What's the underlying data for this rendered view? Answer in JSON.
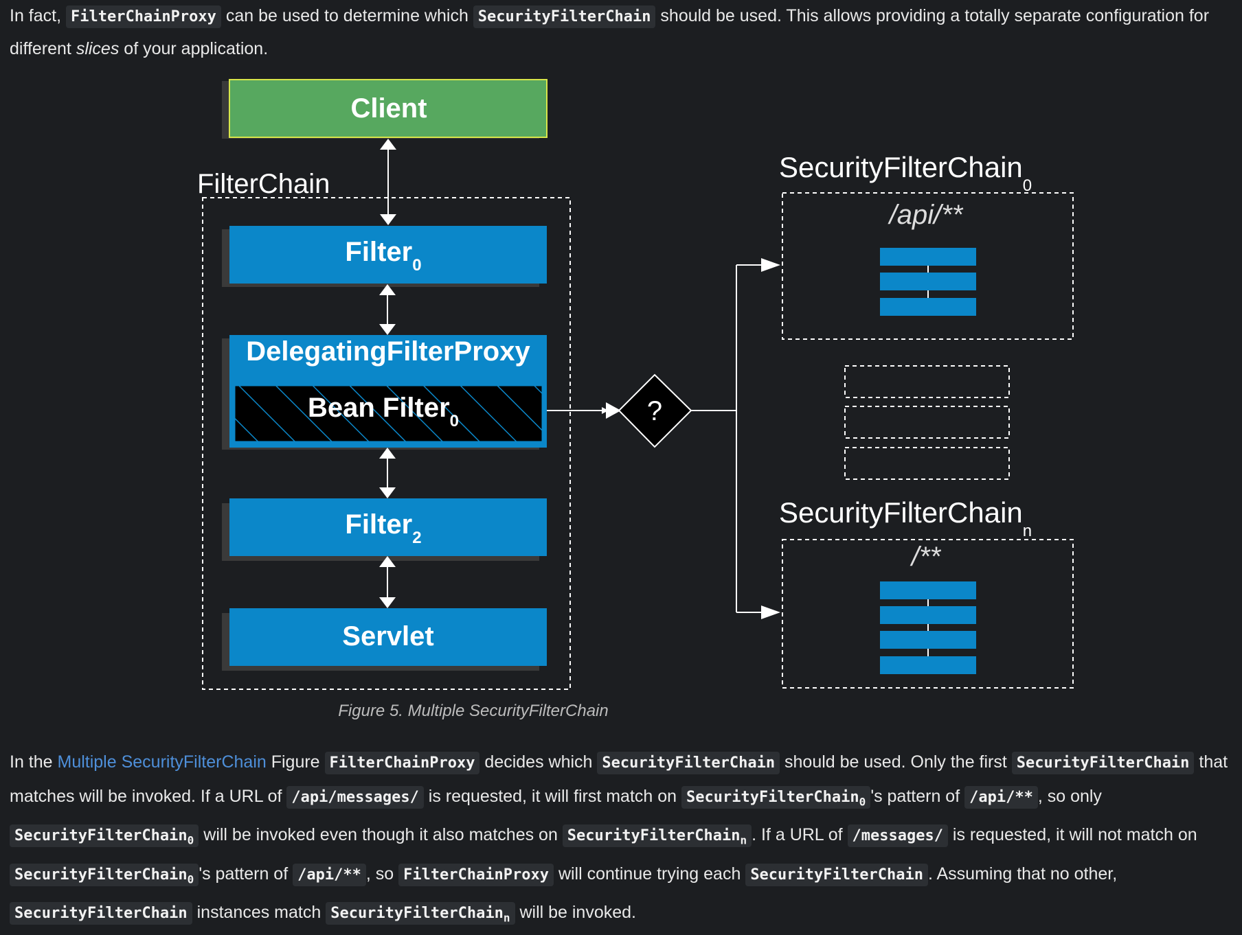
{
  "paragraph1": {
    "t1": "In fact, ",
    "c1": "FilterChainProxy",
    "t2": " can be used to determine which ",
    "c2": "SecurityFilterChain",
    "t3": " should be used. This allows providing a totally separate configuration for different ",
    "em": "slices",
    "t4": " of your application."
  },
  "figure": {
    "client": "Client",
    "filterchain_label": "FilterChain",
    "filter": "Filter",
    "filter0_sub": "0",
    "delegating": "DelegatingFilterProxy",
    "bean_filter": "Bean Filter",
    "bean_sub": "0",
    "filter2_sub": "2",
    "servlet": "Servlet",
    "decision": "?",
    "sfc_label": "SecurityFilterChain",
    "sfc0_sub": "0",
    "sfc0_pattern": "/api/**",
    "sfcn_sub": "n",
    "sfcn_pattern": "/**",
    "colors": {
      "client": "#57a85f",
      "filter": "#0b87c9",
      "bean": "#000000"
    }
  },
  "caption": "Figure 5. Multiple SecurityFilterChain",
  "paragraph2": {
    "t1": "In the ",
    "link": "Multiple SecurityFilterChain",
    "t2": " Figure ",
    "c1": "FilterChainProxy",
    "t3": " decides which ",
    "c2": "SecurityFilterChain",
    "t4": " should be used. Only the first ",
    "c3": "SecurityFilterChain",
    "t5": " that matches will be invoked. If a URL of ",
    "c4": "/api/messages/",
    "t6": " is requested, it will first match on ",
    "c5": "SecurityFilterChain",
    "c5_sub": "0",
    "t7": "'s pattern of ",
    "c6": "/api/**",
    "t8": ", so only ",
    "c7": "SecurityFilterChain",
    "c7_sub": "0",
    "t9": " will be invoked even though it also matches on ",
    "c8": "SecurityFilterChain",
    "c8_sub": "n",
    "t10": ". If a URL of ",
    "c9": "/messages/",
    "t11": " is requested, it will not match on ",
    "c10": "SecurityFilterChain",
    "c10_sub": "0",
    "t12": "'s pattern of ",
    "c11": "/api/**",
    "t13": ", so ",
    "c12": "FilterChainProxy",
    "t14": " will continue trying each ",
    "c13": "SecurityFilterChain",
    "t15": ". Assuming that no other, ",
    "c14": "SecurityFilterChain",
    "t16": " instances match ",
    "c15": "SecurityFilterChain",
    "c15_sub": "n",
    "t17": " will be invoked."
  }
}
